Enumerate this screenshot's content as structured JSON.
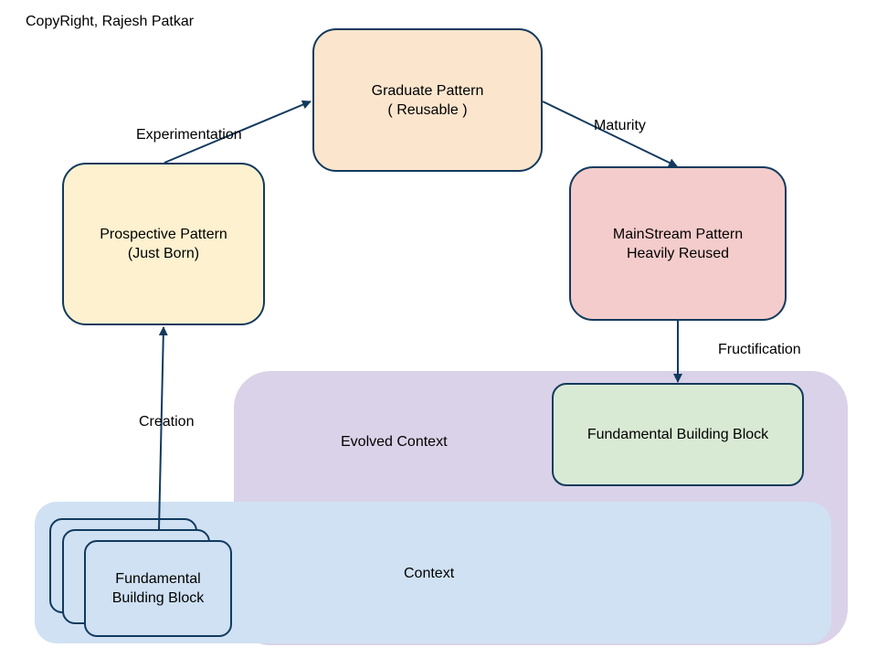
{
  "copyright": "CopyRight, Rajesh Patkar",
  "colors": {
    "stroke": "#123a5e",
    "prospective_fill": "#fdf1cf",
    "graduate_fill": "#fbe5cd",
    "mainstream_fill": "#f4cccb",
    "fbb_green_fill": "#d9ead4",
    "evolved_context_fill": "#dad2e8",
    "context_fill": "#cfe1f3"
  },
  "nodes": {
    "prospective": {
      "line1": "Prospective Pattern",
      "line2": "(Just Born)"
    },
    "graduate": {
      "line1": "Graduate Pattern",
      "line2": "( Reusable )"
    },
    "mainstream": {
      "line1": "MainStream Pattern",
      "line2": "Heavily Reused"
    },
    "fbb_evolved": {
      "label": "Fundamental Building Block"
    },
    "fbb_context": {
      "line1": "Fundamental",
      "line2": "Building Block"
    }
  },
  "regions": {
    "evolved_context": "Evolved Context",
    "context": "Context"
  },
  "edges": {
    "creation": "Creation",
    "experimentation": "Experimentation",
    "maturity": "Maturity",
    "fructification": "Fructification"
  }
}
